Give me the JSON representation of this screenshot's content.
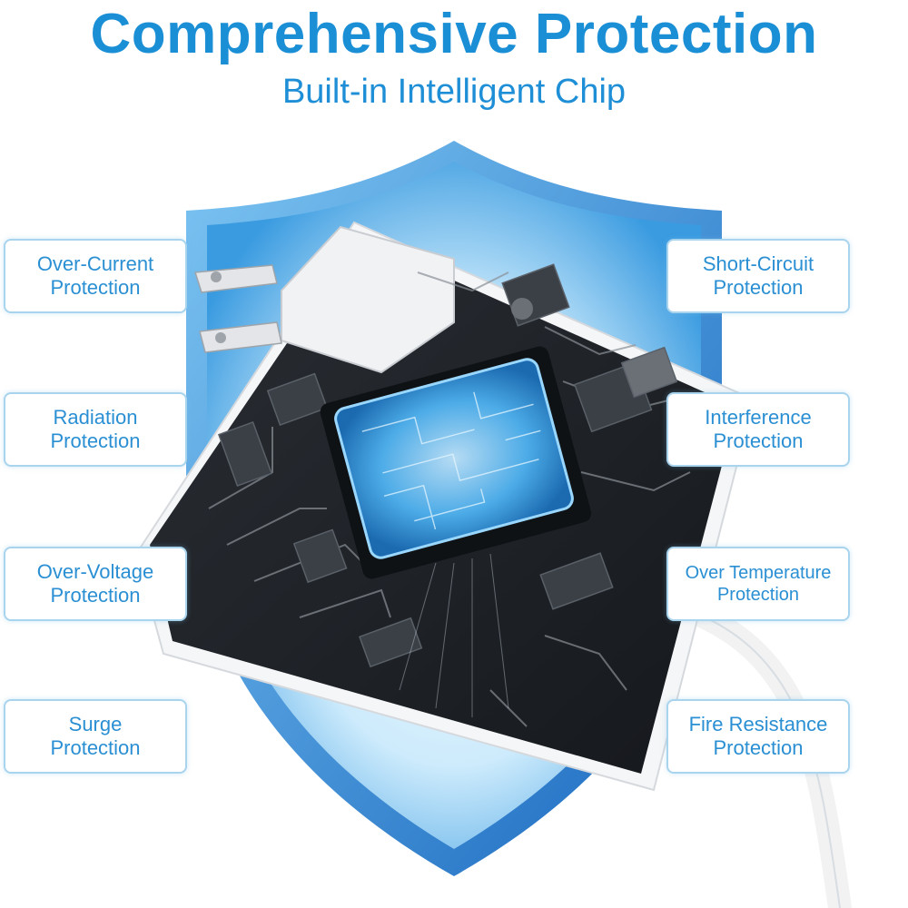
{
  "header": {
    "title": "Comprehensive Protection",
    "subtitle": "Built-in Intelligent Chip"
  },
  "colors": {
    "accent": "#1b8fd6",
    "shield_light": "#cfe9fb",
    "shield_dark": "#1f7fd0",
    "board": "#1e2126",
    "chip_glow": "#4fb3f2"
  },
  "features": {
    "left": [
      {
        "line1": "Over-Current",
        "line2": "Protection"
      },
      {
        "line1": "Radiation",
        "line2": "Protection"
      },
      {
        "line1": "Over-Voltage",
        "line2": "Protection"
      },
      {
        "line1": "Surge",
        "line2": "Protection"
      }
    ],
    "right": [
      {
        "line1": "Short-Circuit",
        "line2": "Protection"
      },
      {
        "line1": "Interference",
        "line2": "Protection"
      },
      {
        "line1": "Over Temperature",
        "line2": "Protection"
      },
      {
        "line1": "Fire Resistance",
        "line2": "Protection"
      }
    ]
  },
  "icons": [
    "shield-icon",
    "charger-illustration",
    "chip-icon",
    "usb-cable-icon"
  ]
}
